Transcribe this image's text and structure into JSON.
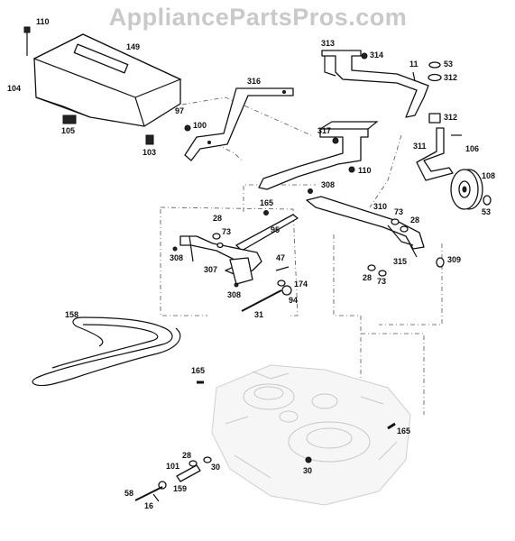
{
  "watermark": "AppliancePartsPros.com",
  "parts": {
    "p110a": "110",
    "p149": "149",
    "p104": "104",
    "p97": "97",
    "p100": "100",
    "p105": "105",
    "p103": "103",
    "p316": "316",
    "p313": "313",
    "p314": "314",
    "p11": "11",
    "p53a": "53",
    "p312a": "312",
    "p312b": "312",
    "p317": "317",
    "p311": "311",
    "p106": "106",
    "p108": "108",
    "p53b": "53",
    "p110b": "110",
    "p308a": "308",
    "p165a": "165",
    "p310": "310",
    "p73a": "73",
    "p28a": "28",
    "p28b": "28",
    "p73b": "73",
    "p95": "95",
    "p308b": "308",
    "p47": "47",
    "p315": "315",
    "p309": "309",
    "p28c": "28",
    "p73c": "73",
    "p307": "307",
    "p174": "174",
    "p308c": "308",
    "p94": "94",
    "p31": "31",
    "p158": "158",
    "p165b": "165",
    "p165c": "165",
    "p28d": "28",
    "p101": "101",
    "p30a": "30",
    "p30b": "30",
    "p58": "58",
    "p159": "159",
    "p16": "16"
  }
}
